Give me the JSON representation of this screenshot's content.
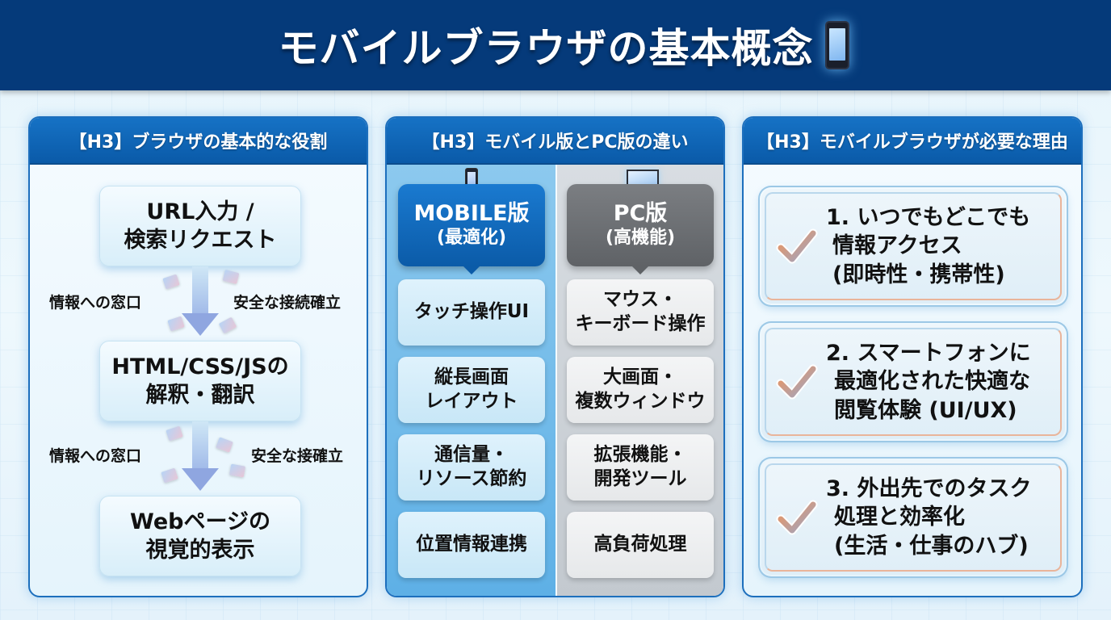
{
  "title": {
    "text": "モバイルブラウザの基本概念",
    "icon": "smartphone-icon"
  },
  "panel_roles": {
    "heading": "【H3】ブラウザの基本的な役割",
    "steps": [
      "URL入力 /\n検索リクエスト",
      "HTML/CSS/JSの\n解釈・翻訳",
      "Webページの\n視覚的表示"
    ],
    "connectors": [
      {
        "left_label": "情報への窓口",
        "right_label": "安全な接続確立"
      },
      {
        "left_label": "情報への窓口",
        "right_label": "安全な接確立"
      }
    ]
  },
  "panel_compare": {
    "heading": "【H3】モバイル版とPC版の違い",
    "mobile": {
      "icon": "smartphone-icon",
      "title": "MOBILE版",
      "subtitle": "(最適化)",
      "items": [
        "タッチ操作UI",
        "縦長画面\nレイアウト",
        "通信量・\nリソース節約",
        "位置情報連携"
      ]
    },
    "pc": {
      "icon": "monitor-icon",
      "title": "PC版",
      "subtitle": "(高機能)",
      "items": [
        "マウス・\nキーボード操作",
        "大画面・\n複数ウィンドウ",
        "拡張機能・\n開発ツール",
        "高負荷処理"
      ]
    }
  },
  "panel_reasons": {
    "heading": "【H3】モバイルブラウザが必要な理由",
    "items": [
      {
        "icon": "checkmark-icon",
        "lines": [
          "1. いつでもどこでも",
          "情報アクセス",
          "(即時性・携帯性)"
        ]
      },
      {
        "icon": "checkmark-icon",
        "lines": [
          "2. スマートフォンに",
          "最適化された快適な",
          "閲覧体験 (UI/UX)"
        ]
      },
      {
        "icon": "checkmark-icon",
        "lines": [
          "3. 外出先でのタスク",
          "処理と効率化",
          "(生活・仕事のハブ)"
        ]
      }
    ]
  },
  "colors": {
    "title_bar": "#053a7a",
    "panel_header": "#0a5aa8",
    "mobile_accent": "#0b5ba8",
    "pc_accent": "#5f6266",
    "check_accent": "#e8915a"
  }
}
